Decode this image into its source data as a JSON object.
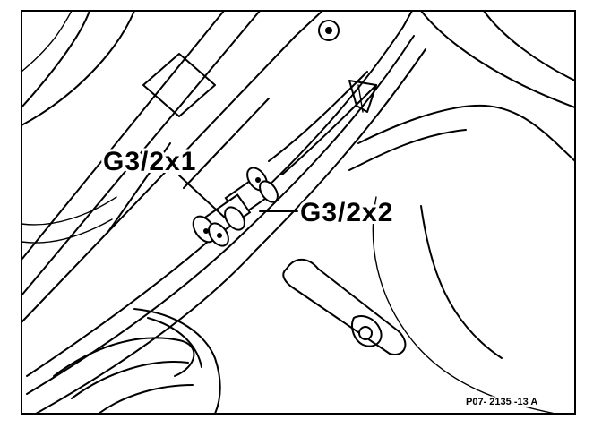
{
  "figure": {
    "label_connector_1": "G3/2x1",
    "label_connector_2": "G3/2x2",
    "reference_code": "P07- 2135 -13 A"
  }
}
